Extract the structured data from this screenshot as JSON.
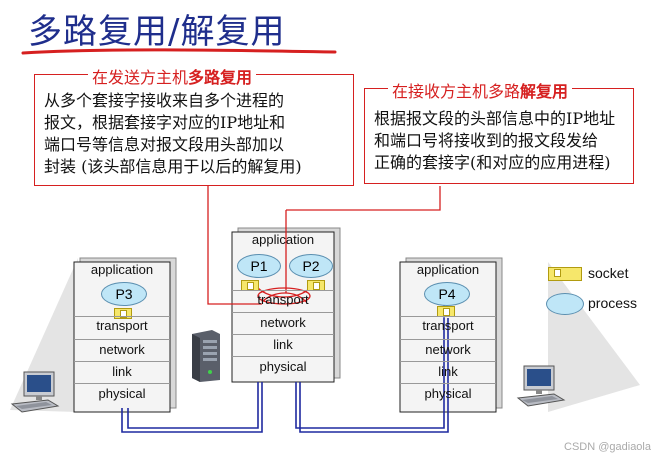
{
  "title": "多路复用/解复用",
  "callout_left": {
    "title_prefix": "在发送方主机",
    "title_bold": "多路复用",
    "lines": [
      "从多个套接字接收来自多个进程的",
      "报文，根据套接字对应的IP地址和",
      "端口号等信息对报文段用头部加以",
      "封装 (该头部信息用于以后的解复用)"
    ]
  },
  "callout_right": {
    "title_prefix": "在接收方主机多路",
    "title_bold": "解复用",
    "lines": [
      "根据报文段的头部信息中的IP地址",
      "和端口号将接收到的报文段发给",
      "正确的套接字(和对应的应用进程)"
    ]
  },
  "hosts": {
    "left": {
      "application": "application",
      "process": "P3",
      "layers": [
        "transport",
        "network",
        "link",
        "physical"
      ]
    },
    "middle": {
      "application": "application",
      "processes": [
        "P1",
        "P2"
      ],
      "layers": [
        "transport",
        "network",
        "link",
        "physical"
      ]
    },
    "right": {
      "application": "application",
      "process": "P4",
      "layers": [
        "transport",
        "network",
        "link",
        "physical"
      ]
    }
  },
  "legend": {
    "socket": "socket",
    "process": "process"
  },
  "watermark": "CSDN @gadiaola",
  "colors": {
    "title": "#1f2e8c",
    "callout": "#d62020",
    "process_fill": "#bfe6f7",
    "socket_fill": "#f6e76b",
    "link_line": "#1f2aa0"
  }
}
